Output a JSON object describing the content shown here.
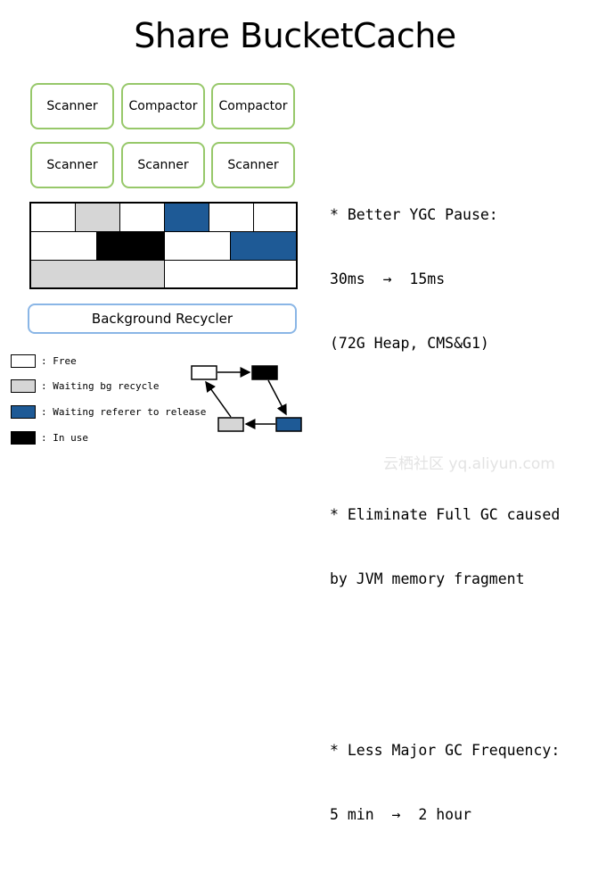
{
  "title": "Share BucketCache",
  "workers_row1": [
    "Scanner",
    "Compactor",
    "Compactor"
  ],
  "workers_row2": [
    "Scanner",
    "Scanner",
    "Scanner"
  ],
  "bucket_rows": [
    [
      "free",
      "waiting_bg_recycle",
      "free",
      "waiting_referer",
      "free",
      "free"
    ],
    [
      "free",
      "in_use",
      "free",
      "waiting_referer"
    ],
    [
      "waiting_bg_recycle",
      "free"
    ]
  ],
  "recycler_label": "Background Recycler",
  "notes": {
    "p1_line1": "* Better YGC Pause:",
    "p1_line2": "30ms  →  15ms",
    "p1_line3": "(72G Heap, CMS&G1)",
    "p2_line1": "* Eliminate Full GC caused",
    "p2_line2": "by JVM memory fragment",
    "p3_line1": "* Less Major GC Frequency:",
    "p3_line2": "5 min  →  2 hour"
  },
  "legend": [
    {
      "state": "free",
      "label": ": Free",
      "color": "#ffffff"
    },
    {
      "state": "waiting_bg_recycle",
      "label": ": Waiting bg recycle",
      "color": "#d6d6d6"
    },
    {
      "state": "waiting_referer",
      "label": ": Waiting referer to release",
      "color": "#1e5a96"
    },
    {
      "state": "in_use",
      "label": ": In use",
      "color": "#000000"
    }
  ],
  "flow_icons": [
    "arrow-right-icon",
    "arrow-down-right-icon",
    "arrow-left-icon",
    "arrow-up-left-icon"
  ],
  "watermark": "云栖社区 yq.aliyun.com"
}
